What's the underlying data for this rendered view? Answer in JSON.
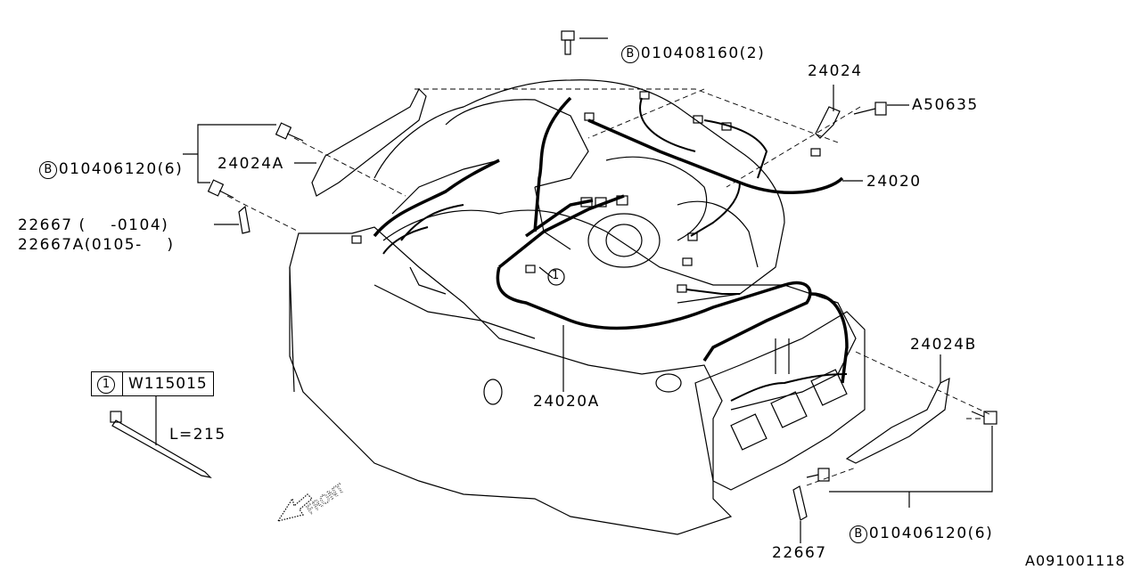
{
  "diagram": {
    "title_code": "A091001118",
    "callouts": {
      "bolt_top": {
        "marker": "B",
        "part": "010408160",
        "qty": "(2)"
      },
      "bolt_left": {
        "marker": "B",
        "part": "010406120",
        "qty": "(6)"
      },
      "bolt_bottom": {
        "marker": "B",
        "part": "010406120",
        "qty": "(6)"
      },
      "bracket_24024": "24024",
      "bolt_a50635": "A50635",
      "harness_24020": "24020",
      "bracket_24024a": "24024A",
      "clip_22667_left_line1": "22667 (    -0104)",
      "clip_22667_left_line2": "22667A(0105-    )",
      "harness_24020a": "24020A",
      "bracket_24024b": "24024B",
      "clip_22667_bottom": "22667",
      "clip_ref_marker": "1"
    },
    "legend": {
      "marker": "1",
      "part": "W115015",
      "length": "L=215"
    },
    "front_arrow": "FRONT"
  }
}
